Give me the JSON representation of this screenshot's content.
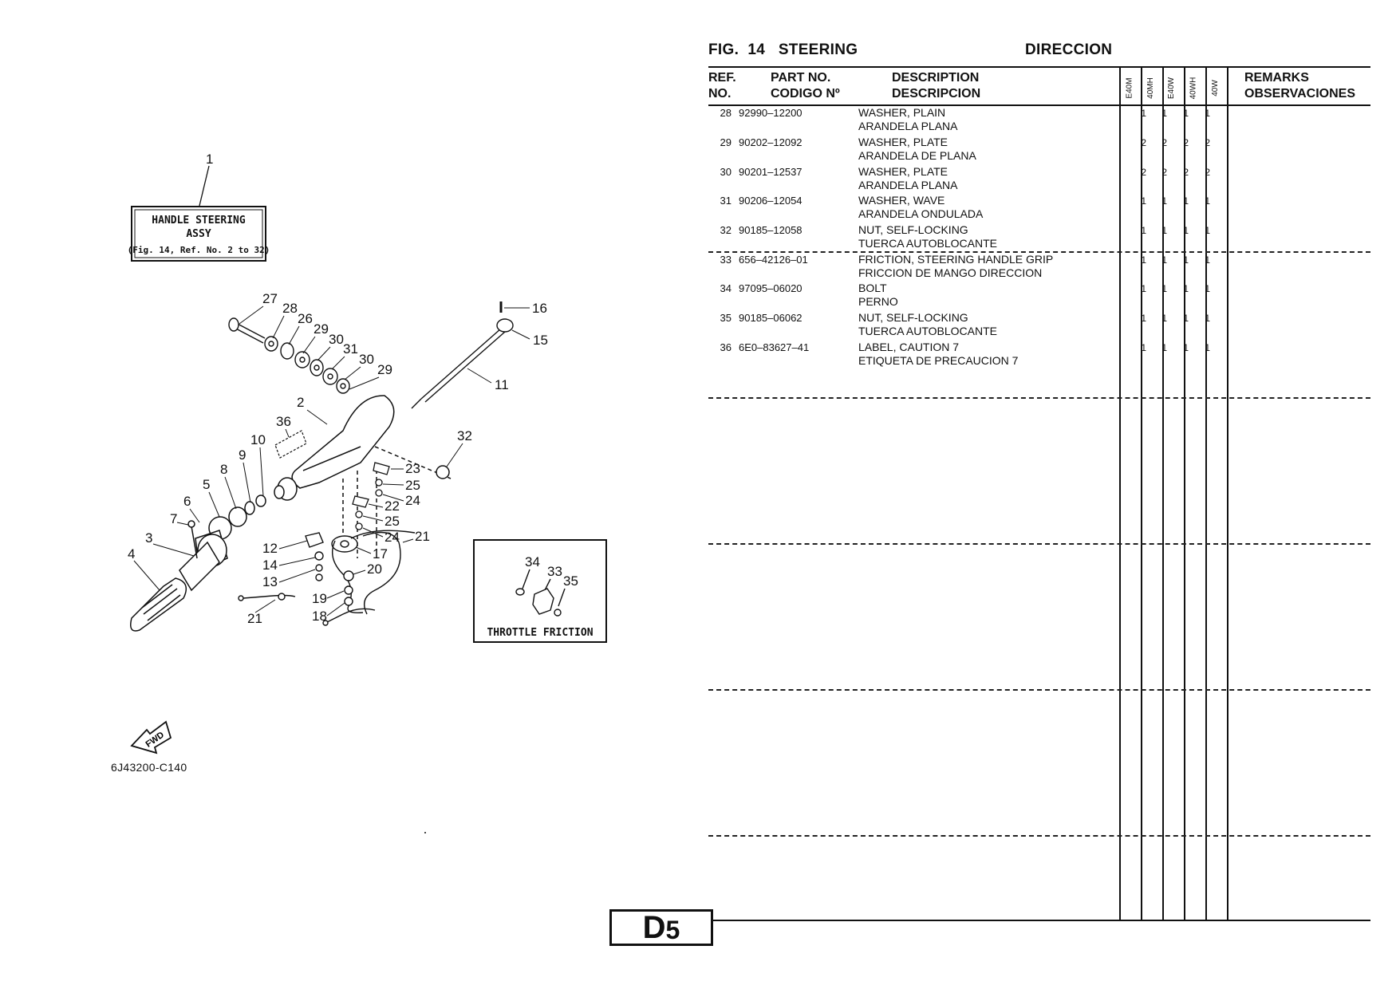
{
  "figure": {
    "label": "FIG.",
    "number": "14",
    "title_en": "STEERING",
    "title_es": "DIRECCION"
  },
  "headers": {
    "ref_en": "REF.",
    "ref_es": "NO.",
    "part_en": "PART NO.",
    "part_es": "CODIGO Nº",
    "desc_en": "DESCRIPTION",
    "desc_es": "DESCRIPCION",
    "remarks_en": "REMARKS",
    "remarks_es": "OBSERVACIONES"
  },
  "models": [
    "E40M",
    "40MH",
    "E40W",
    "40WH",
    "40W"
  ],
  "parts": [
    {
      "ref": "28",
      "part_no": "92990–12200",
      "desc_en": "WASHER, PLAIN",
      "desc_es": "ARANDELA PLANA",
      "qty": [
        "1",
        "1",
        "1",
        "1",
        ""
      ]
    },
    {
      "ref": "29",
      "part_no": "90202–12092",
      "desc_en": "WASHER, PLATE",
      "desc_es": "ARANDELA DE PLANA",
      "qty": [
        "2",
        "2",
        "2",
        "2",
        ""
      ]
    },
    {
      "ref": "30",
      "part_no": "90201–12537",
      "desc_en": "WASHER, PLATE",
      "desc_es": "ARANDELA PLANA",
      "qty": [
        "2",
        "2",
        "2",
        "2",
        ""
      ]
    },
    {
      "ref": "31",
      "part_no": "90206–12054",
      "desc_en": "WASHER, WAVE",
      "desc_es": "ARANDELA ONDULADA",
      "qty": [
        "1",
        "1",
        "1",
        "1",
        ""
      ]
    },
    {
      "ref": "32",
      "part_no": "90185–12058",
      "desc_en": "NUT, SELF-LOCKING",
      "desc_es": "TUERCA AUTOBLOCANTE",
      "qty": [
        "1",
        "1",
        "1",
        "1",
        ""
      ]
    },
    {
      "ref": "33",
      "part_no": "656–42126–01",
      "desc_en": "FRICTION, STEERING HANDLE GRIP",
      "desc_es": "FRICCION DE MANGO DIRECCION",
      "qty": [
        "1",
        "1",
        "1",
        "1",
        ""
      ]
    },
    {
      "ref": "34",
      "part_no": "97095–06020",
      "desc_en": "BOLT",
      "desc_es": "PERNO",
      "qty": [
        "1",
        "1",
        "1",
        "1",
        ""
      ]
    },
    {
      "ref": "35",
      "part_no": "90185–06062",
      "desc_en": "NUT, SELF-LOCKING",
      "desc_es": "TUERCA AUTOBLOCANTE",
      "qty": [
        "1",
        "1",
        "1",
        "1",
        ""
      ]
    },
    {
      "ref": "36",
      "part_no": "6E0–83627–41",
      "desc_en": "LABEL, CAUTION 7",
      "desc_es": "ETIQUETA DE PRECAUCION 7",
      "qty": [
        "1",
        "1",
        "1",
        "1",
        ""
      ]
    }
  ],
  "diagram": {
    "assy_box": [
      "HANDLE STEERING",
      "ASSY",
      "(Fig. 14, Ref. No. 2 to 32)"
    ],
    "assy_ref": "1",
    "inset_label": "THROTTLE FRICTION",
    "fwd_label": "FWD",
    "drawing_code": "6J43200-C140",
    "callouts": [
      "27",
      "28",
      "26",
      "29",
      "30",
      "31",
      "30",
      "29",
      "16",
      "15",
      "11",
      "2",
      "36",
      "10",
      "9",
      "8",
      "32",
      "23",
      "25",
      "24",
      "22",
      "25",
      "24",
      "21",
      "5",
      "6",
      "7",
      "3",
      "4",
      "12",
      "14",
      "13",
      "17",
      "20",
      "21",
      "19",
      "18",
      "34",
      "33",
      "35"
    ]
  },
  "page": {
    "letter": "D",
    "number": "5"
  }
}
